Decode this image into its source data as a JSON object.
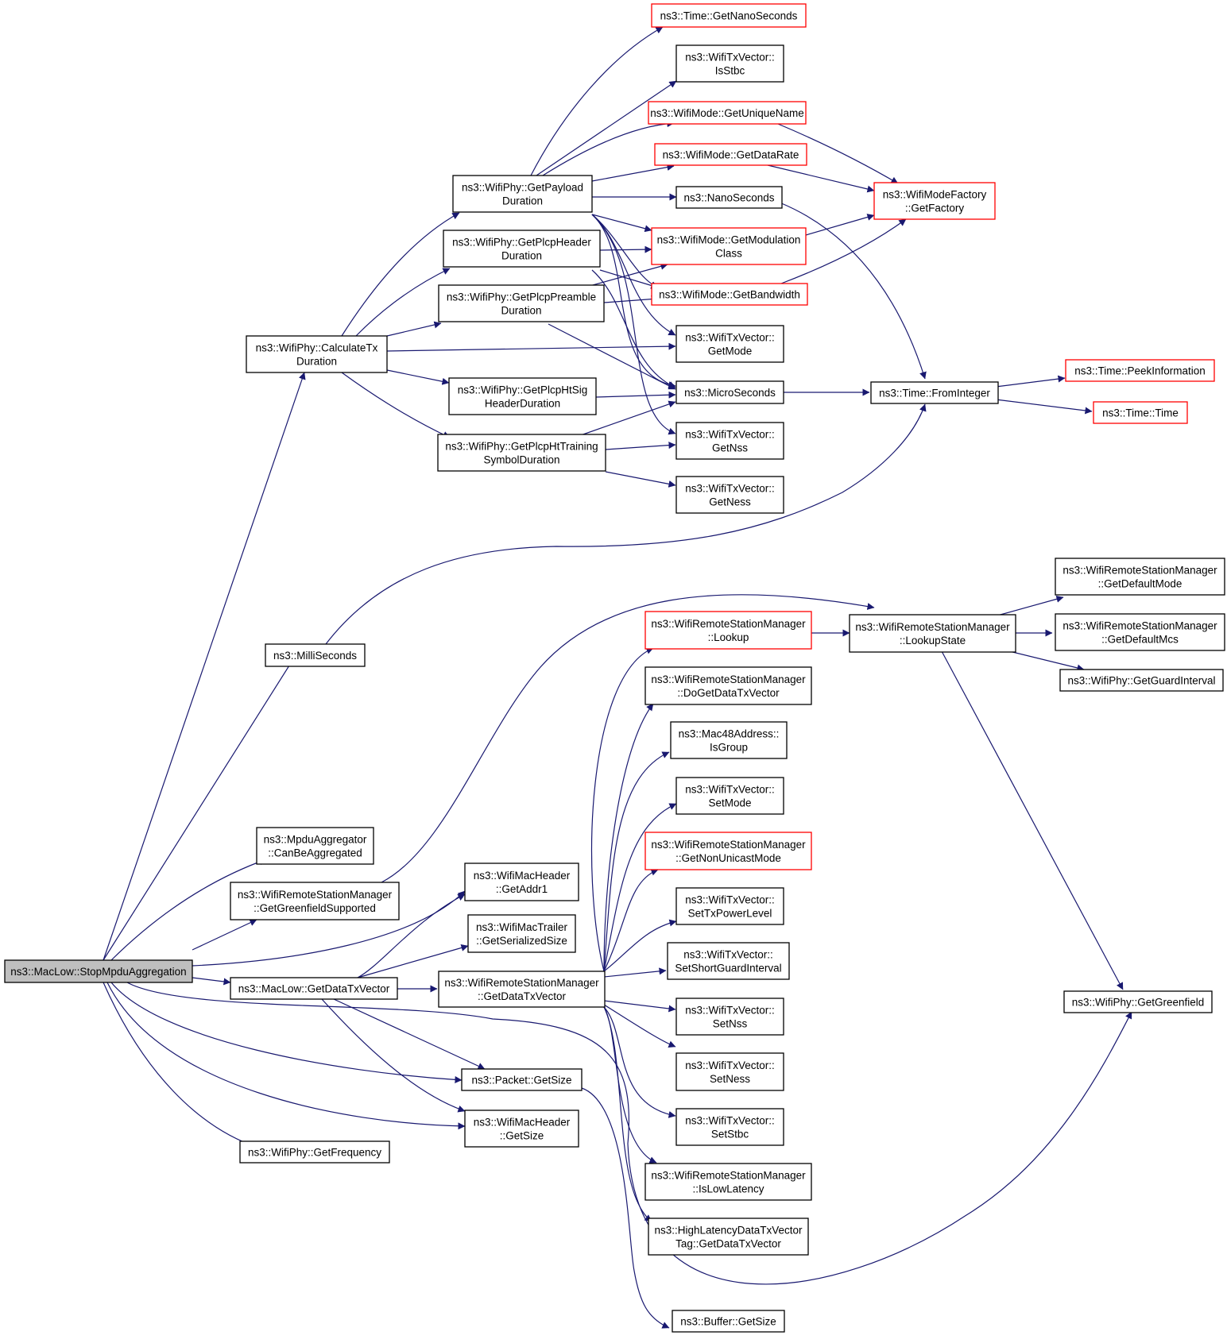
{
  "colors": {
    "edge": "#191970",
    "node_border": "#000000",
    "truncated_border": "#ff0000",
    "root_fill": "#bfbfbf",
    "node_fill": "#ffffff"
  },
  "nodes": {
    "stopmpdu": [
      "ns3::MacLow::StopMpduAggregation"
    ],
    "calctx": [
      "ns3::WifiPhy::CalculateTx",
      "Duration"
    ],
    "millis": [
      "ns3::MilliSeconds"
    ],
    "canagg": [
      "ns3::MpduAggregator",
      "::CanBeAggregated"
    ],
    "greensup": [
      "ns3::WifiRemoteStationManager",
      "::GetGreenfieldSupported"
    ],
    "getdatatx": [
      "ns3::MacLow::GetDataTxVector"
    ],
    "freq": [
      "ns3::WifiPhy::GetFrequency"
    ],
    "payload": [
      "ns3::WifiPhy::GetPayload",
      "Duration"
    ],
    "plcphdr": [
      "ns3::WifiPhy::GetPlcpHeader",
      "Duration"
    ],
    "plcppre": [
      "ns3::WifiPhy::GetPlcpPreamble",
      "Duration"
    ],
    "htsig": [
      "ns3::WifiPhy::GetPlcpHtSig",
      "HeaderDuration"
    ],
    "httrain": [
      "ns3::WifiPhy::GetPlcpHtTraining",
      "SymbolDuration"
    ],
    "addr1": [
      "ns3::WifiMacHeader",
      "::GetAddr1"
    ],
    "trailer": [
      "ns3::WifiMacTrailer",
      "::GetSerializedSize"
    ],
    "rsmdatatx": [
      "ns3::WifiRemoteStationManager",
      "::GetDataTxVector"
    ],
    "pktsize": [
      "ns3::Packet::GetSize"
    ],
    "hdrsize": [
      "ns3::WifiMacHeader",
      "::GetSize"
    ],
    "nanosec": [
      "ns3::Time::GetNanoSeconds"
    ],
    "isstbc": [
      "ns3::WifiTxVector::",
      "IsStbc"
    ],
    "uniq": [
      "ns3::WifiMode::GetUniqueName"
    ],
    "datarate": [
      "ns3::WifiMode::GetDataRate"
    ],
    "nanos": [
      "ns3::NanoSeconds"
    ],
    "modclass": [
      "ns3::WifiMode::GetModulation",
      "Class"
    ],
    "bandwidth": [
      "ns3::WifiMode::GetBandwidth"
    ],
    "getmode": [
      "ns3::WifiTxVector::",
      "GetMode"
    ],
    "micros": [
      "ns3::MicroSeconds"
    ],
    "getnss": [
      "ns3::WifiTxVector::",
      "GetNss"
    ],
    "getness": [
      "ns3::WifiTxVector::",
      "GetNess"
    ],
    "lookup": [
      "ns3::WifiRemoteStationManager",
      "::Lookup"
    ],
    "dogetdatatx": [
      "ns3::WifiRemoteStationManager",
      "::DoGetDataTxVector"
    ],
    "isgroup": [
      "ns3::Mac48Address::",
      "IsGroup"
    ],
    "setmode": [
      "ns3::WifiTxVector::",
      "SetMode"
    ],
    "nonunicast": [
      "ns3::WifiRemoteStationManager",
      "::GetNonUnicastMode"
    ],
    "settxpower": [
      "ns3::WifiTxVector::",
      "SetTxPowerLevel"
    ],
    "setsgi": [
      "ns3::WifiTxVector::",
      "SetShortGuardInterval"
    ],
    "setnss": [
      "ns3::WifiTxVector::",
      "SetNss"
    ],
    "setness": [
      "ns3::WifiTxVector::",
      "SetNess"
    ],
    "setstbc": [
      "ns3::WifiTxVector::",
      "SetStbc"
    ],
    "islowlat": [
      "ns3::WifiRemoteStationManager",
      "::IsLowLatency"
    ],
    "hltag": [
      "ns3::HighLatencyDataTxVector",
      "Tag::GetDataTxVector"
    ],
    "bufsize": [
      "ns3::Buffer::GetSize"
    ],
    "factory": [
      "ns3::WifiModeFactory",
      "::GetFactory"
    ],
    "frominteger": [
      "ns3::Time::FromInteger"
    ],
    "lookupstate": [
      "ns3::WifiRemoteStationManager",
      "::LookupState"
    ],
    "peek": [
      "ns3::Time::PeekInformation"
    ],
    "timetime": [
      "ns3::Time::Time"
    ],
    "defmode": [
      "ns3::WifiRemoteStationManager",
      "::GetDefaultMode"
    ],
    "defmcs": [
      "ns3::WifiRemoteStationManager",
      "::GetDefaultMcs"
    ],
    "guard": [
      "ns3::WifiPhy::GetGuardInterval"
    ],
    "greenfield": [
      "ns3::WifiPhy::GetGreenfield"
    ]
  }
}
